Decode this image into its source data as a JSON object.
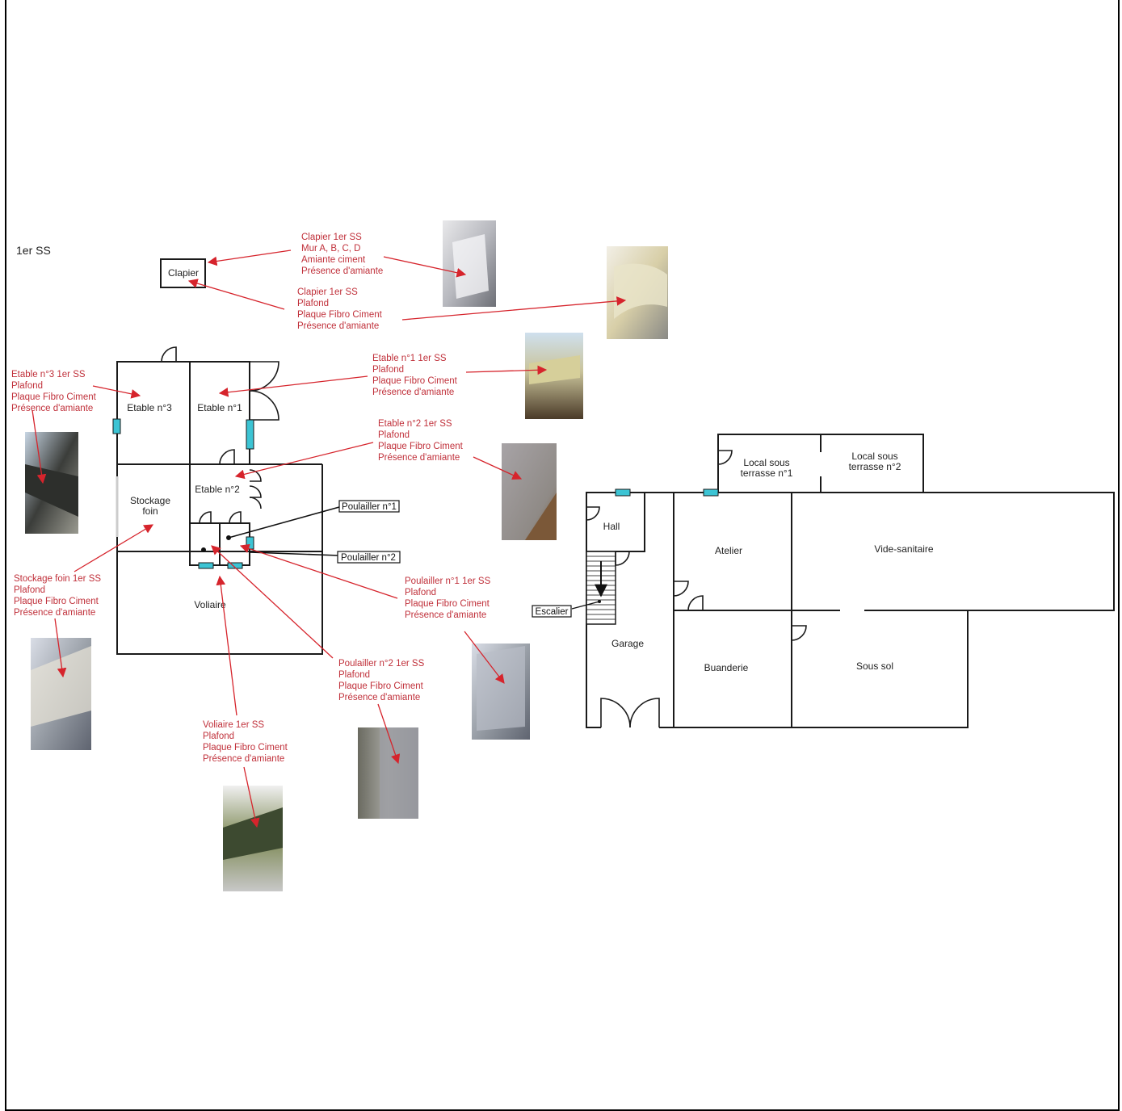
{
  "floor_title": "1er SS",
  "rooms": {
    "clapier": "Clapier",
    "etable3": "Etable n°3",
    "etable1": "Etable n°1",
    "etable2": "Etable n°2",
    "stockage": [
      "Stockage",
      "foin"
    ],
    "voliaire": "Voliaire",
    "local1": [
      "Local sous",
      "terrasse n°1"
    ],
    "local2": [
      "Local sous",
      "terrasse n°2"
    ],
    "hall": "Hall",
    "atelier": "Atelier",
    "vide": "Vide-sanitaire",
    "garage": "Garage",
    "buanderie": "Buanderie",
    "soussol": "Sous sol"
  },
  "box_labels": {
    "poulailler1": "Poulailler n°1",
    "poulailler2": "Poulailler n°2",
    "escalier": "Escalier"
  },
  "annotations": {
    "clapier_mur": [
      "Clapier 1er SS",
      "Mur A, B, C, D",
      "Amiante ciment",
      "Présence d'amiante"
    ],
    "clapier_plafond": [
      "Clapier 1er SS",
      "Plafond",
      "Plaque Fibro Ciment",
      "Présence d'amiante"
    ],
    "etable1": [
      "Etable n°1 1er SS",
      "Plafond",
      "Plaque Fibro Ciment",
      "Présence d'amiante"
    ],
    "etable3": [
      "Etable n°3 1er SS",
      "Plafond",
      "Plaque Fibro Ciment",
      "Présence d'amiante"
    ],
    "etable2": [
      "Etable n°2 1er SS",
      "Plafond",
      "Plaque Fibro Ciment",
      "Présence d'amiante"
    ],
    "stockage": [
      "Stockage foin 1er SS",
      "Plafond",
      "Plaque Fibro Ciment",
      "Présence d'amiante"
    ],
    "poulailler1": [
      "Poulailler n°1 1er SS",
      "Plafond",
      "Plaque Fibro Ciment",
      "Présence d'amiante"
    ],
    "poulailler2": [
      "Poulailler n°2 1er SS",
      "Plafond",
      "Plaque Fibro Ciment",
      "Présence d'amiante"
    ],
    "voliaire": [
      "Voliaire 1er SS",
      "Plafond",
      "Plaque Fibro Ciment",
      "Présence d'amiante"
    ]
  },
  "colors": {
    "annotation": "#c0303a",
    "window": "#3cc4d4",
    "wall": "#1a1a1a"
  }
}
